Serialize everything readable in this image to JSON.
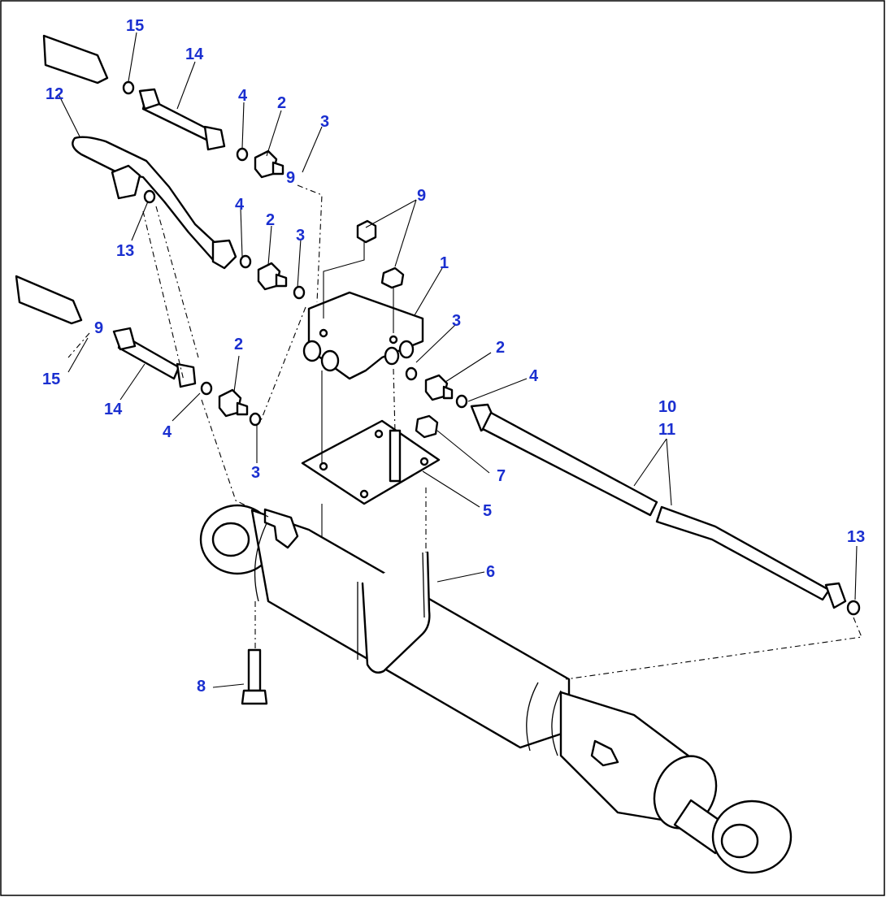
{
  "diagram": {
    "callouts": {
      "c1": "1",
      "c2a": "2",
      "c2b": "2",
      "c2c": "2",
      "c2d": "2",
      "c3a": "3",
      "c3b": "3",
      "c3c": "3",
      "c3d": "3",
      "c4a": "4",
      "c4b": "4",
      "c4c": "4",
      "c4d": "4",
      "c5": "5",
      "c6": "6",
      "c7": "7",
      "c8": "8",
      "c9a": "9",
      "c9b": "9",
      "c9c": "9",
      "c10": "10",
      "c11": "11",
      "c12": "12",
      "c13a": "13",
      "c13b": "13",
      "c14a": "14",
      "c14b": "14",
      "c15a": "15",
      "c15b": "15"
    }
  }
}
